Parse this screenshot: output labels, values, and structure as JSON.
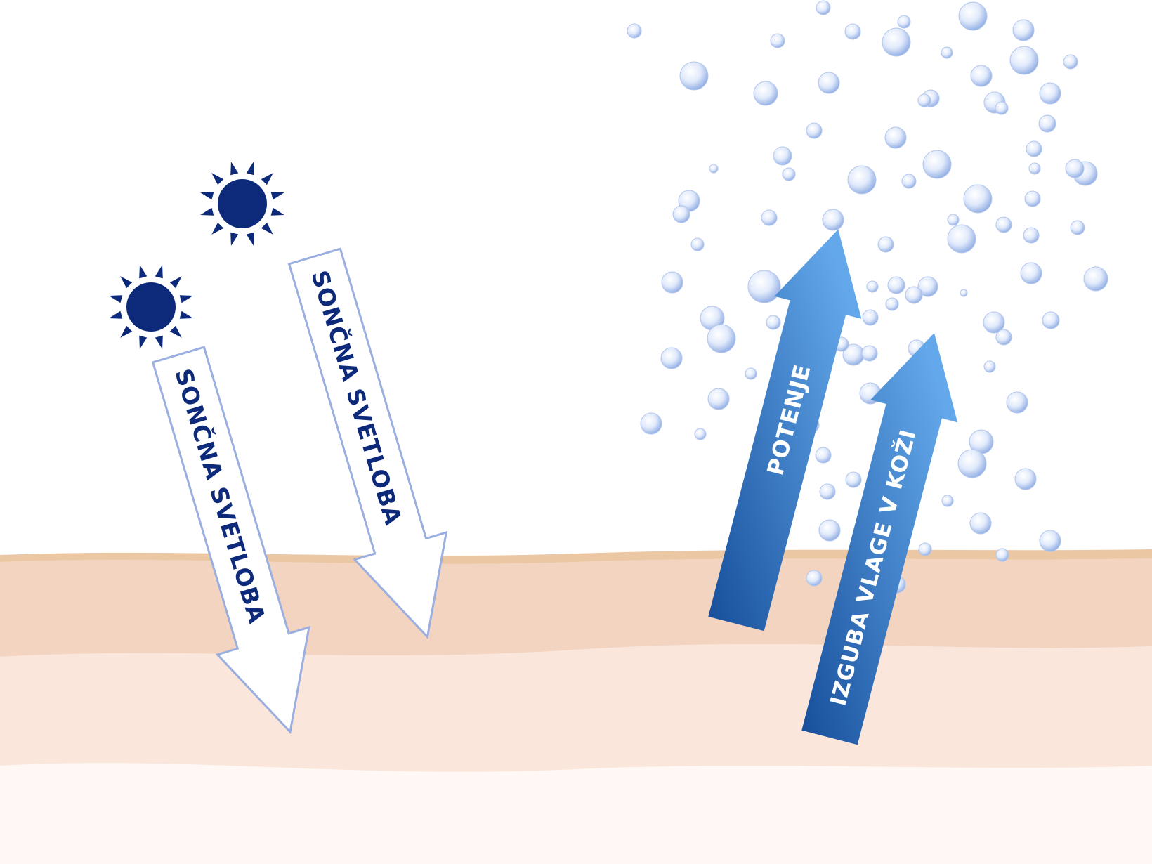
{
  "colors": {
    "sun": "#0d2a7a",
    "white_arrow_border": "#9aaee0",
    "white_arrow_text": "#0d2a7a",
    "blue_arrow_dark": "#134a97",
    "blue_arrow_light": "#5fa3e6",
    "skin_top_band": "#eac9a6",
    "skin_layer_1": "#f2d4c2",
    "skin_layer_2": "#fbe8de",
    "skin_layer_3": "#fff6f1",
    "bubble": "#b9cdf0"
  },
  "icons": [
    "sun-icon",
    "bubble-icon"
  ],
  "left_arrows": [
    {
      "label": "SONČNA SVETLOBA"
    },
    {
      "label": "SONČNA SVETLOBA"
    }
  ],
  "right_arrows": [
    {
      "label": "POTENJE"
    },
    {
      "label": "IZGUBA VLAGE V KOŽI"
    }
  ]
}
